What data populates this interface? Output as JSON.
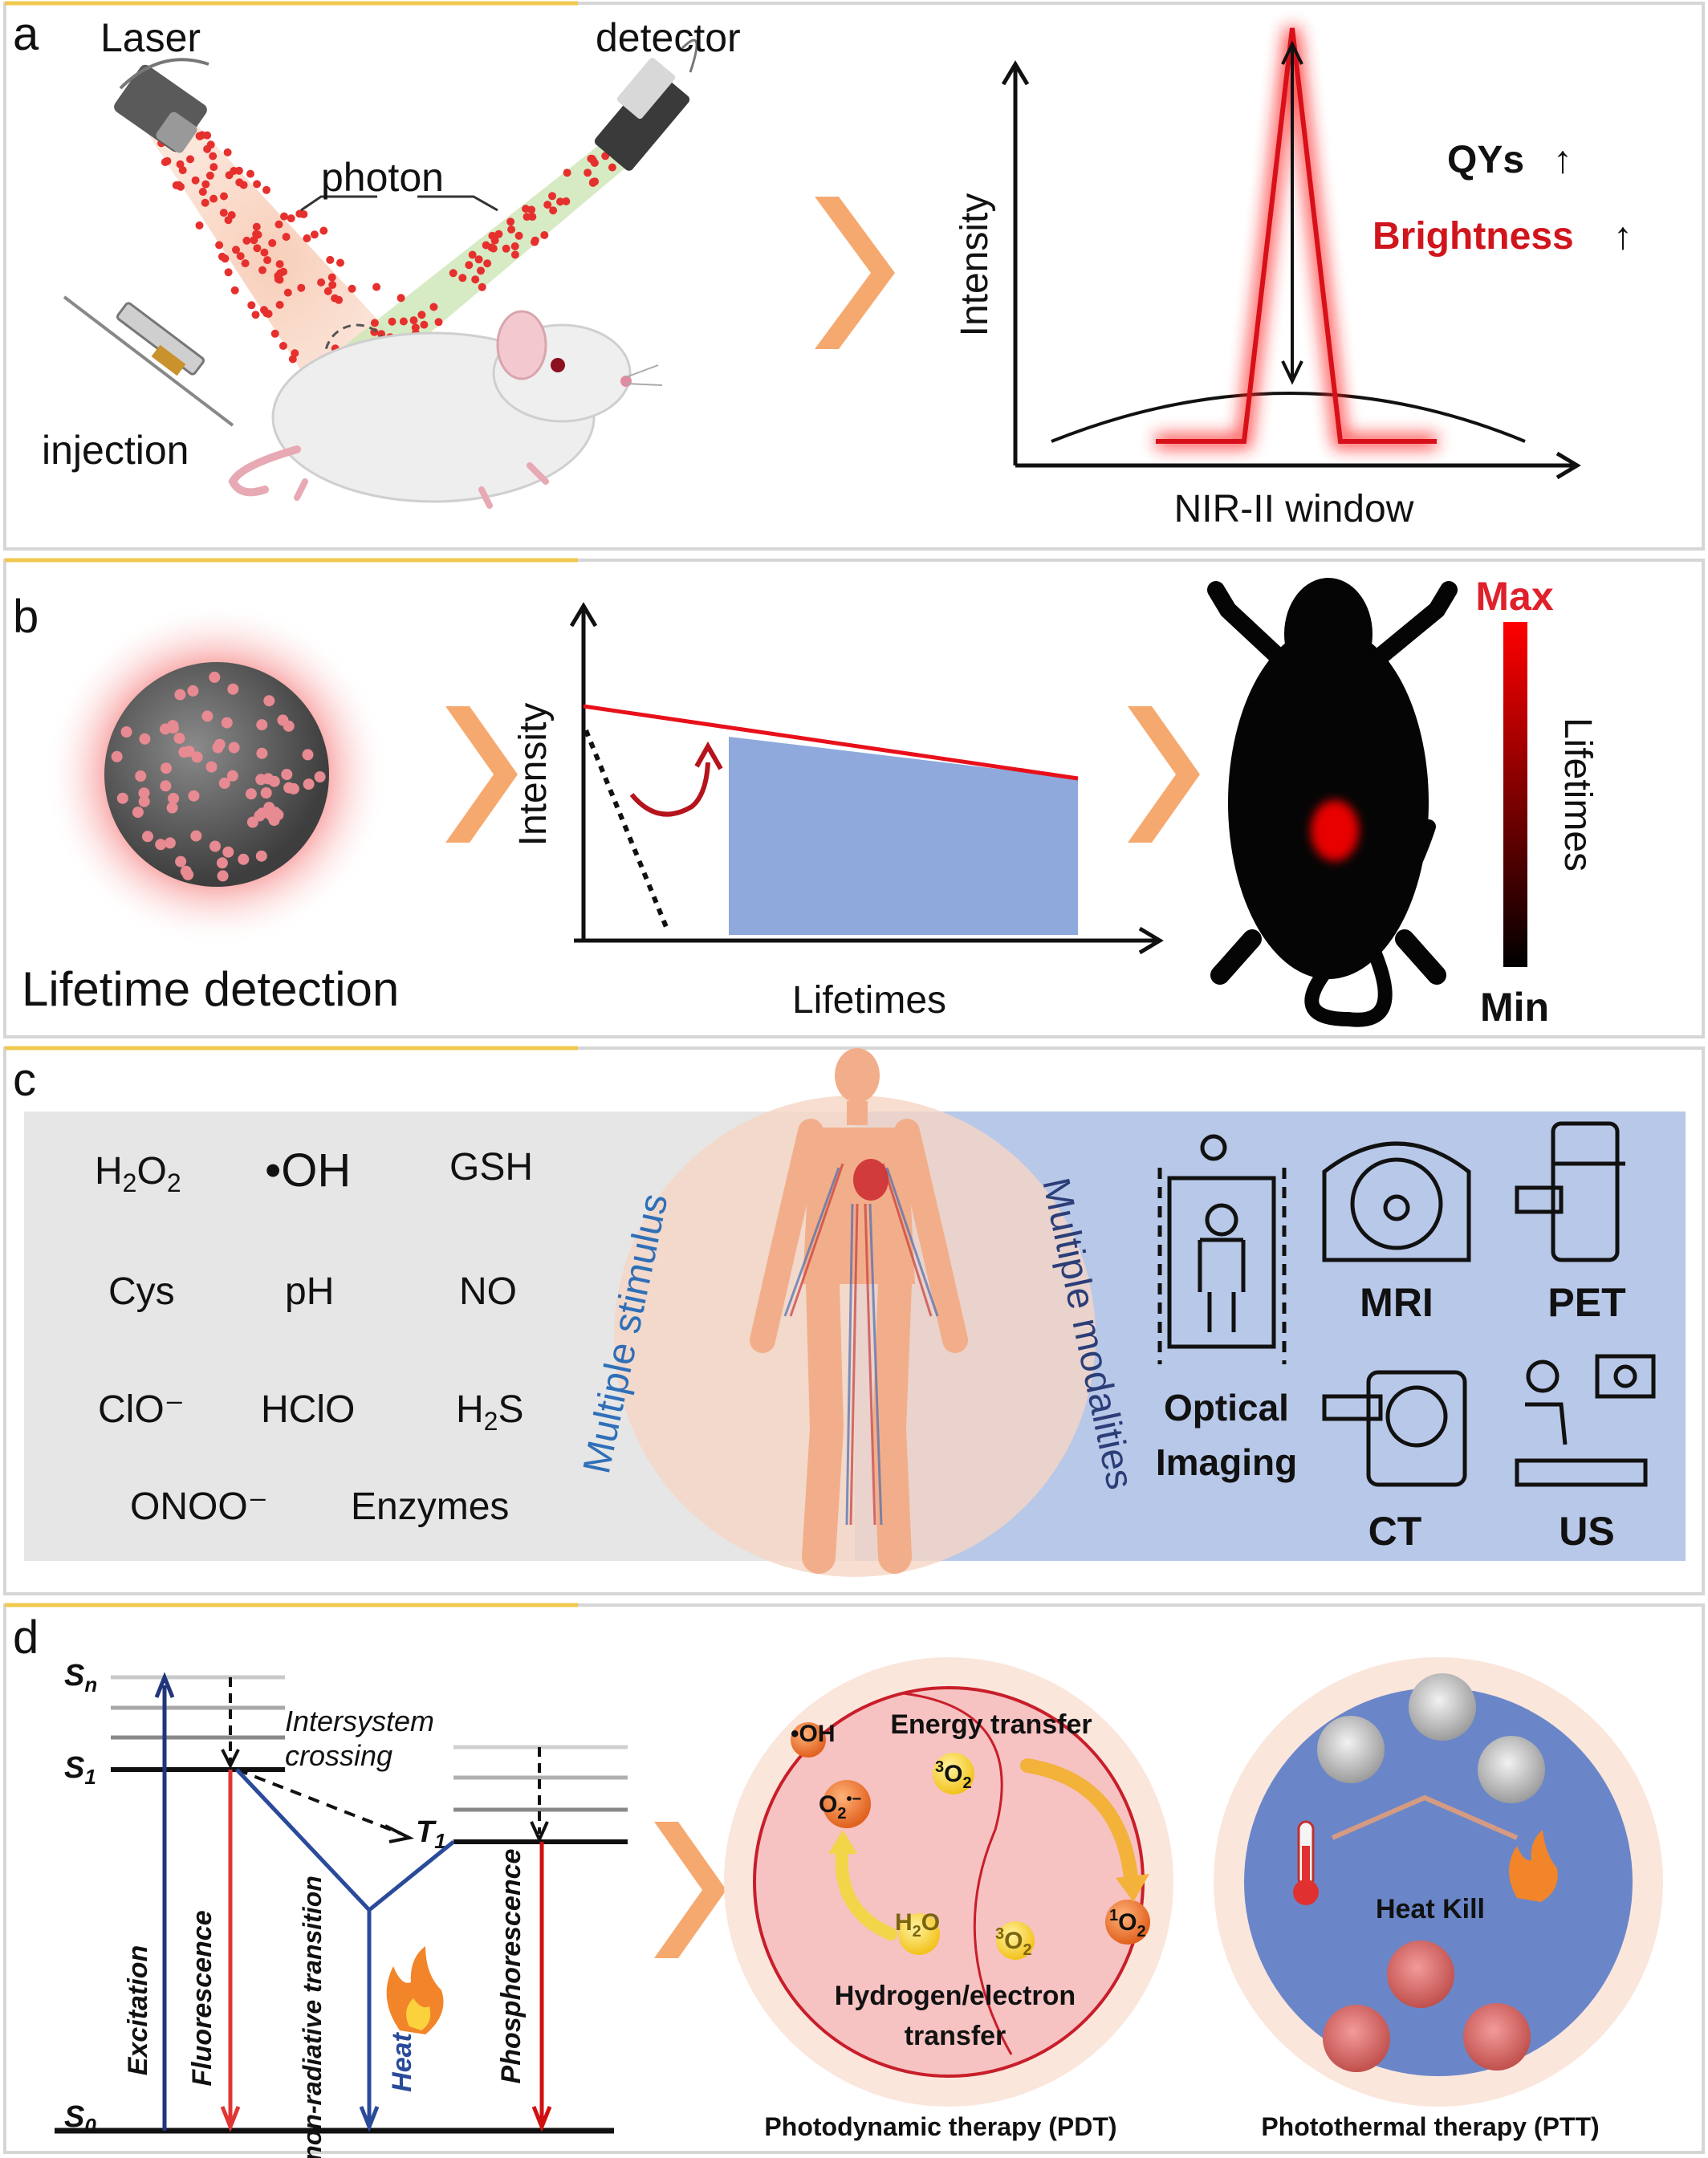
{
  "panels": {
    "a": {
      "letter": "a",
      "labels": {
        "laser": "Laser",
        "detector": "detector",
        "photon": "photon",
        "injection": "injection"
      },
      "chart": {
        "y_label": "Intensity",
        "x_label": "NIR-II window",
        "qys": "QYs",
        "brightness": "Brightness",
        "up_arrow": "↑"
      }
    },
    "b": {
      "letter": "b",
      "caption": "Lifetime detection",
      "chart": {
        "y_label": "Intensity",
        "x_label": "Lifetimes"
      },
      "colorbar": {
        "max": "Max",
        "min": "Min",
        "label": "Lifetimes"
      }
    },
    "c": {
      "letter": "c",
      "stimuli": [
        "Cys",
        "pH",
        "NO",
        "ClO⁻",
        "HClO",
        "ONOO⁻",
        "Enzymes",
        "GSH"
      ],
      "arc_left": "Multiple stimulus",
      "arc_right": "Multiple modalities",
      "modalities": {
        "optical_line1": "Optical",
        "optical_line2": "Imaging",
        "mri": "MRI",
        "pet": "PET",
        "ct": "CT",
        "us": "US"
      }
    },
    "d": {
      "letter": "d",
      "isc": "Intersystem crossing",
      "excitation": "Excitation",
      "fluorescence": "Fluorescence",
      "nonrad": "non-radiative transition",
      "heat": "Heat",
      "phosphorescence": "Phosphorescence",
      "pdt": {
        "energy_transfer": "Energy transfer",
        "hydrogen_line1": "Hydrogen/electron",
        "hydrogen_line2": "transfer",
        "caption": "Photodynamic therapy (PDT)"
      },
      "ptt": {
        "heat_kill": "Heat Kill",
        "caption": "Photothermal therapy (PTT)"
      }
    }
  },
  "colors": {
    "accent_red": "#e0202a",
    "arrow_orange": "#f08a3c",
    "modality_blue": "#b8c8e8",
    "stimulus_gray": "#e6e6e6",
    "frame_gold": "#e8c040"
  }
}
